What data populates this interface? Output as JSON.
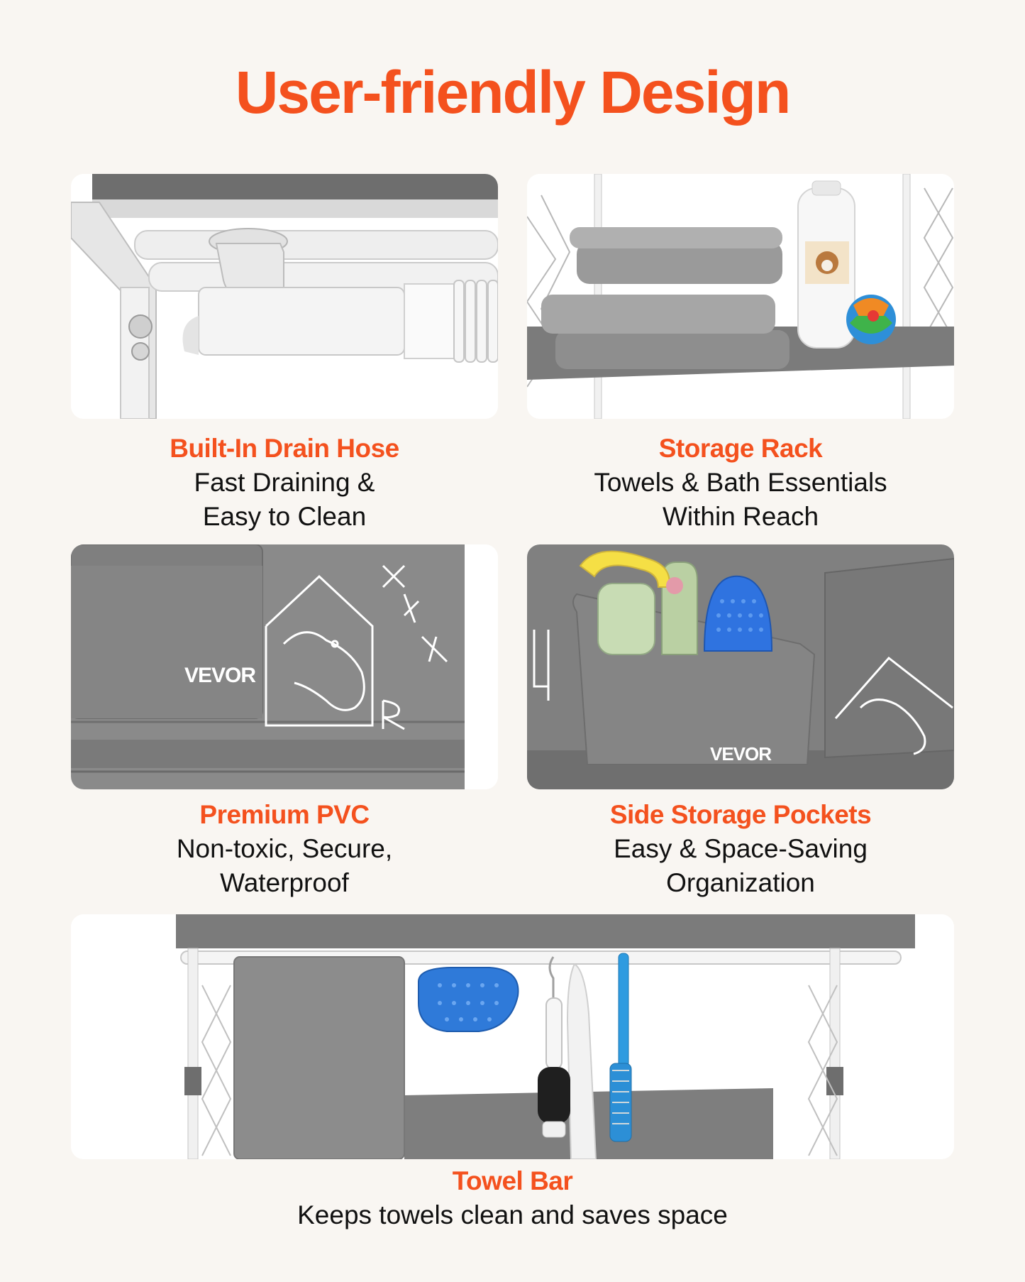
{
  "page_title": "User-friendly Design",
  "brand_mark": "VEVOR",
  "colors": {
    "accent": "#f4511e",
    "background": "#f9f6f2",
    "text": "#111111",
    "panel": "#ffffff",
    "pvc_gray": "#8a8a8a"
  },
  "features": [
    {
      "heading": "Built-In Drain Hose",
      "line1": "Fast Draining &",
      "line2": "Easy to Clean"
    },
    {
      "heading": "Storage Rack",
      "line1": "Towels & Bath Essentials",
      "line2": "Within Reach"
    },
    {
      "heading": "Premium PVC",
      "line1": "Non-toxic, Secure,",
      "line2": "Waterproof"
    },
    {
      "heading": "Side Storage Pockets",
      "line1": "Easy & Space-Saving",
      "line2": "Organization"
    },
    {
      "heading": "Towel Bar",
      "line1": "Keeps towels clean and saves space"
    }
  ]
}
